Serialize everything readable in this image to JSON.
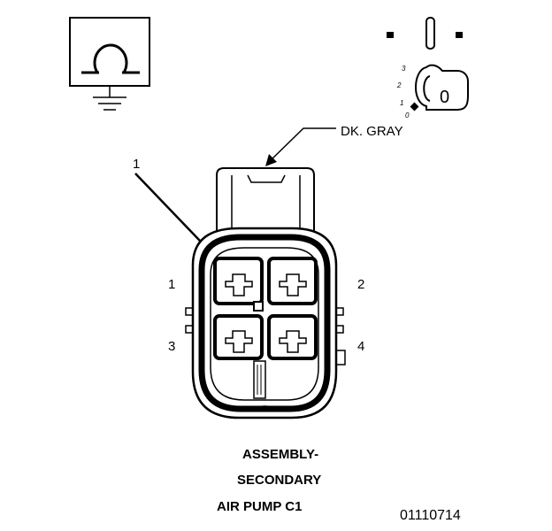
{
  "symbols": {
    "ohmmeter_icon": "ohmmeter-ground-icon",
    "ignition_icon": "ignition-key-icon"
  },
  "ignition": {
    "positions": [
      "3",
      "2",
      "1",
      "0"
    ],
    "key_label": "0"
  },
  "wire_color_label": "DK. GRAY",
  "callout_label": "1",
  "pins": [
    "1",
    "2",
    "3",
    "4"
  ],
  "caption": {
    "line1": "ASSEMBLY-",
    "line2": "SECONDARY",
    "line3": "AIR PUMP C1"
  },
  "figure_id": "01110714"
}
